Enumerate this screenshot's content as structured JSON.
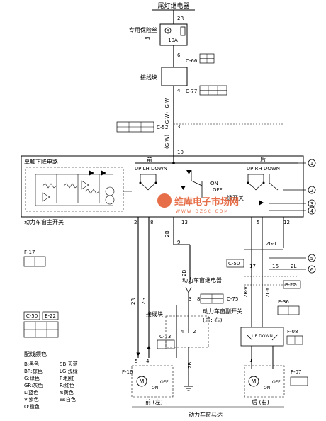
{
  "header": {
    "relay_title": "尾灯继电器"
  },
  "fuse": {
    "label": "专用保险丝",
    "id": "F5",
    "num": "5",
    "rating": "10A"
  },
  "junction_block_top": {
    "label": "接线块"
  },
  "connectors": {
    "c66": "C-66",
    "c77": "C-77",
    "c52": "C-52",
    "c75": "C-75",
    "c73": "C-73",
    "c50": "C-50",
    "e22": "E-22",
    "e36": "E-36",
    "f08": "F-08",
    "f16": "F-16",
    "f07": "F-07",
    "f17": "F-17",
    "legend_c50": "C-50",
    "legend_e22": "E-22"
  },
  "wires": {
    "w2r_top": "2R",
    "wgw_1": "G-W",
    "wgw_2": "G-W",
    "wgw_3": "(G-W)",
    "wgw_4": "(G-W)",
    "w2b": "2B",
    "w2r_left": "2R",
    "w2g_left": "2G",
    "w2b_mid": "2B",
    "w2gl": "2G-L",
    "w2l": "2L",
    "w2r_rv": "2R-V",
    "w2l_ry": "2L-Y",
    "w2b_bot": "2B"
  },
  "pins": {
    "p6": "6",
    "p4": "4",
    "p3": "3",
    "p10": "10",
    "p2a": "2",
    "p8a": "8",
    "p13": "13",
    "p9": "9",
    "p5a": "5",
    "p12": "12",
    "p17": "17",
    "p16": "16",
    "p5b": "5",
    "p1": "1",
    "p2": "2",
    "p3r": "3",
    "p4r": "4",
    "p5r": "5",
    "p6r": "6",
    "p3b": "3",
    "p8b": "8",
    "p4b": "4",
    "p2b": "2",
    "p1b": "1",
    "p5c": "5",
    "p4c": "4"
  },
  "main_switch": {
    "one_touch": "单触下降电路",
    "front": "前",
    "rear": "后",
    "up_lh_down": "UP LH DOWN",
    "up_rh_down": "UP RH DOWN",
    "lock_switch": "锁开关",
    "on": "ON",
    "off": "OFF",
    "label": "动力车窗主开关"
  },
  "relay": {
    "label": "动力车窗继电器"
  },
  "junction_block_mid": {
    "label": "接线块"
  },
  "sub_switch": {
    "label": "动力车窗副开关",
    "sub": "(后: 右)",
    "updown": "UP DOWN"
  },
  "motors": {
    "m": "M",
    "on": "ON",
    "off": "OFF",
    "front_left": "前  (左)",
    "rear_right": "后  (右)",
    "label": "动力车窗马达"
  },
  "color_legend": {
    "title": "配线颜色",
    "items": [
      [
        "B:黑色",
        "SB:天蓝"
      ],
      [
        "BR:棕色",
        "LG:浅绿"
      ],
      [
        "G:绿色",
        "P:粉红"
      ],
      [
        "GR:灰色",
        "R:红色"
      ],
      [
        "L:蓝色",
        "Y:黄色"
      ],
      [
        "V:紫色",
        "W:白色"
      ],
      [
        "O:橙色",
        ""
      ]
    ]
  },
  "watermark": {
    "brand": "维库电子市场网",
    "sub": "W W W . D Z S C . C O M"
  }
}
